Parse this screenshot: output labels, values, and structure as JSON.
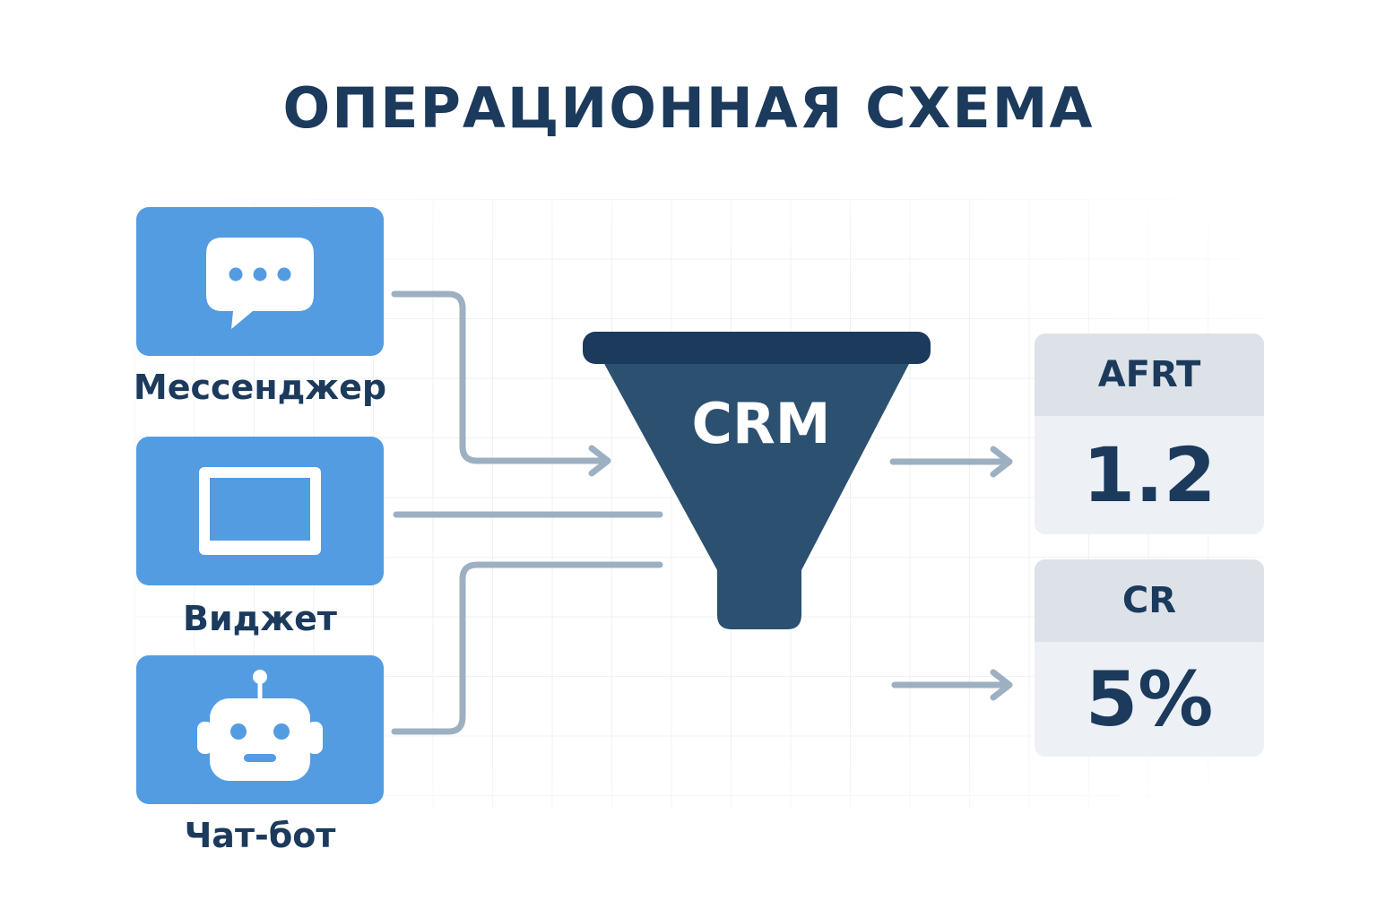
{
  "title": "ОПЕРАЦИОННАЯ СХЕМА",
  "sources": [
    {
      "label": "Мессенджер",
      "icon": "chat-bubble-icon"
    },
    {
      "label": "Виджет",
      "icon": "monitor-icon"
    },
    {
      "label": "Чат-бот",
      "icon": "robot-icon"
    }
  ],
  "hub": {
    "label": "CRM",
    "icon": "funnel-icon"
  },
  "metrics": [
    {
      "name": "AFRT",
      "value": "1.2"
    },
    {
      "name": "CR",
      "value": "5%"
    }
  ],
  "colors": {
    "title": "#1b3a5c",
    "source_card": "#539ce2",
    "funnel_body": "#2b5070",
    "funnel_rim": "#1b3a5c",
    "connector": "#9db0c2",
    "metric_head": "#dde2e9",
    "metric_body": "#edf1f6"
  }
}
